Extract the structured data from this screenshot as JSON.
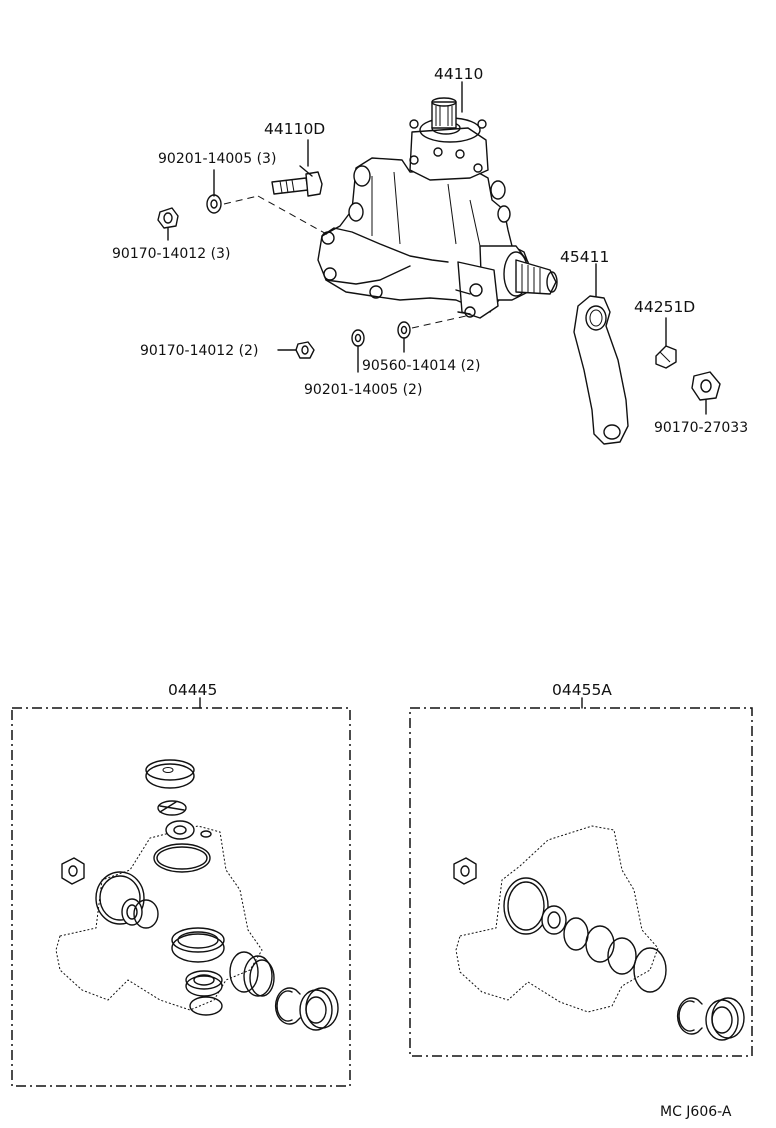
{
  "labels": {
    "gear_assembly": "44110",
    "gear_assembly_alt": "44110D",
    "bolt": "90201-14005 (3)",
    "nut_top": "90170-14012 (3)",
    "nut_bottom": "90170-14012 (2)",
    "washer_small": "90560-14014 (2)",
    "washer_bottom": "90201-14005 (2)",
    "pitman_arm": "45411",
    "lock_washer": "44251D",
    "pitman_nut": "90170-27033",
    "kit_left": "04445",
    "kit_right": "04455A",
    "drawing_code": "MC J606-A"
  }
}
